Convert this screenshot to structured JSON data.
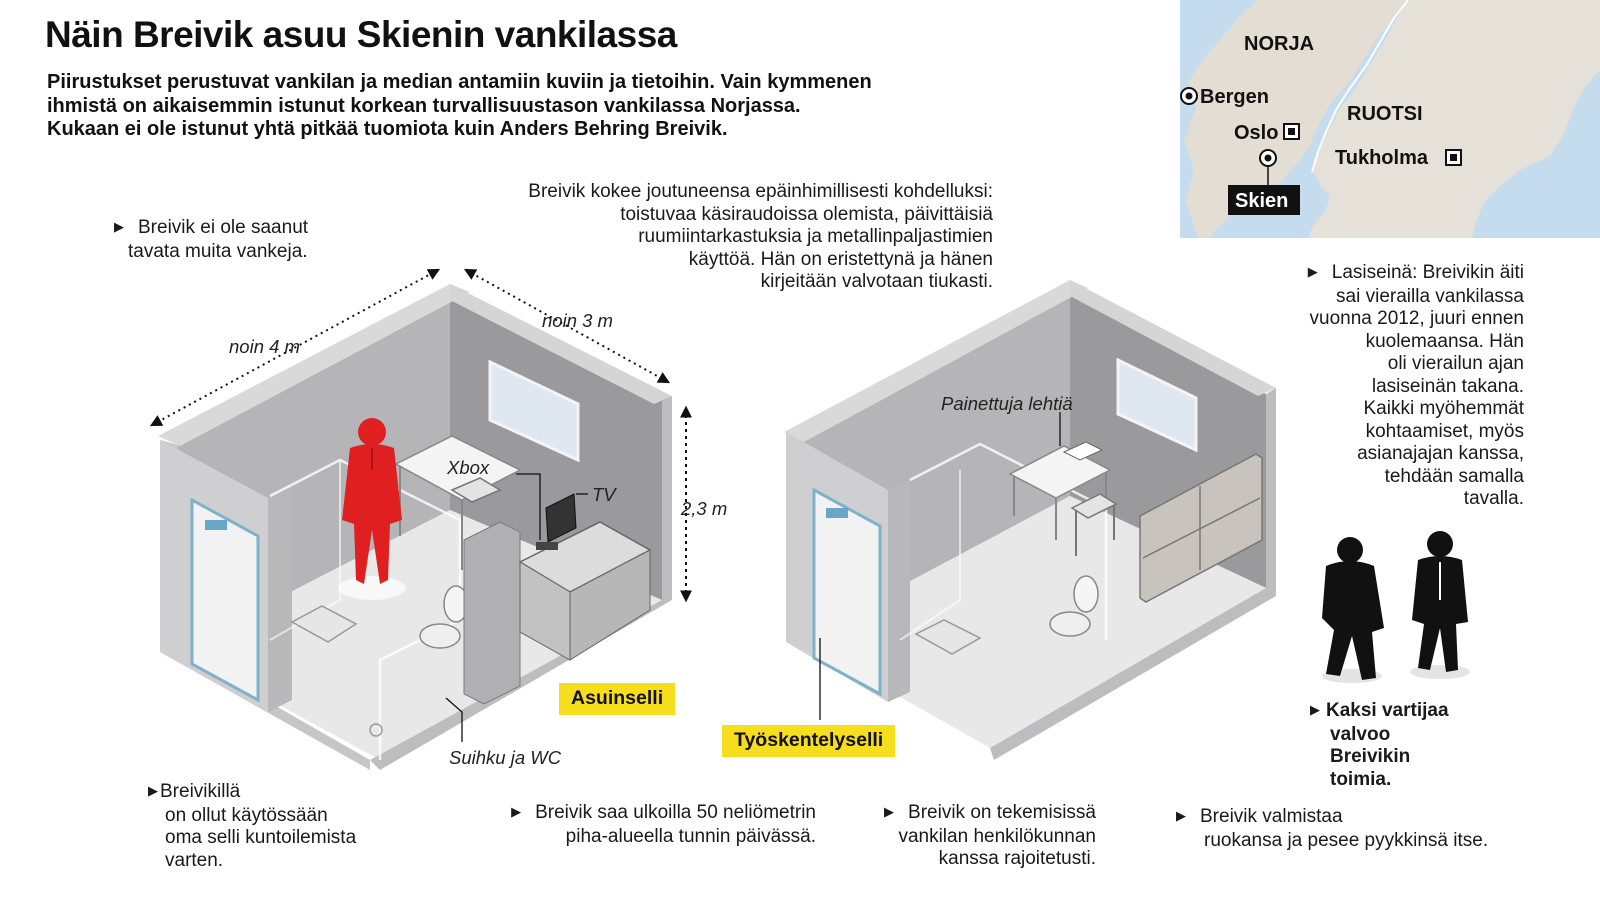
{
  "header": {
    "title": "Näin Breivik asuu Skienin vankilassa",
    "subtitle_lines": [
      "Piirustukset perustuvat vankilan ja median antamiin kuviin ja tietoihin. Vain kymmenen",
      "ihmistä on aikaisemmin istunut korkean turvallisuustason vankilassa Norjassa.",
      "Kukaan ei ole istunut yhtä pitkää tuomiota kuin Anders Behring Breivik."
    ]
  },
  "map": {
    "labels": {
      "norway": "NORJA",
      "sweden": "RUOTSI",
      "bergen": "Bergen",
      "oslo": "Oslo",
      "stockholm": "Tukholma",
      "skien": "Skien"
    },
    "colors": {
      "sea": "#c4dcee",
      "land": "#e3ddd4",
      "border": "#ffffff",
      "highlight": "#111111"
    }
  },
  "notes": {
    "no_contact_lines": [
      "Breivik ei ole saanut",
      "tavata muita vankeja."
    ],
    "treatment_lines": [
      "Breivik kokee joutuneensa epäinhimillisesti kohdelluksi:",
      "toistuvaa käsiraudoissa olemista, päivittäisiä",
      "ruumiintarkastuksia ja metallinpaljastimien",
      "käyttöä. Hän on eristettynä ja hänen",
      "kirjeitään valvotaan tiukasti."
    ],
    "glass_wall_lines": [
      "Lasiseinä: Breivikin äiti",
      "sai vierailla vankilassa",
      "vuonna 2012, juuri ennen",
      "kuolemaansa. Hän",
      "oli vierailun ajan",
      "lasiseinän takana.",
      "Kaikki myöhemmät",
      "kohtaamiset, myös",
      "asianajajan kanssa,",
      "tehdään samalla",
      "tavalla."
    ],
    "guards_lines": [
      "Kaksi vartijaa",
      "valvoo",
      "Breivikin",
      "toimia."
    ],
    "gym_lines": [
      "Breivikillä",
      "on ollut käytössään",
      "oma selli kuntoilemista",
      "varten."
    ],
    "yard_lines": [
      "Breivik saa ulkoilla  50 neliömetrin",
      "piha-alueella  tunnin päivässä."
    ],
    "staff_lines": [
      "Breivik on tekemisissä",
      "vankilan henkilökunnan",
      "kanssa rajoitetusti."
    ],
    "chores_lines": [
      "Breivik valmistaa",
      "ruokansa ja pesee  pyykkinsä itse."
    ]
  },
  "cell_labels": {
    "length": "noin 4 m",
    "width": "noin 3 m",
    "height": "2,3 m",
    "xbox": "Xbox",
    "tv": "TV",
    "shower_wc": "Suihku ja WC",
    "papers": "Painettuja lehtiä",
    "living_cell": "Asuinselli",
    "work_cell": "Työskentelyselli"
  },
  "colors": {
    "tag": "#f6dd1e",
    "figure": "#e02020",
    "wall_top": "#d8d8d8",
    "wall_front": "#c9c9cb",
    "floor": "#eaeaea",
    "interior_back": "#8e8e90"
  }
}
